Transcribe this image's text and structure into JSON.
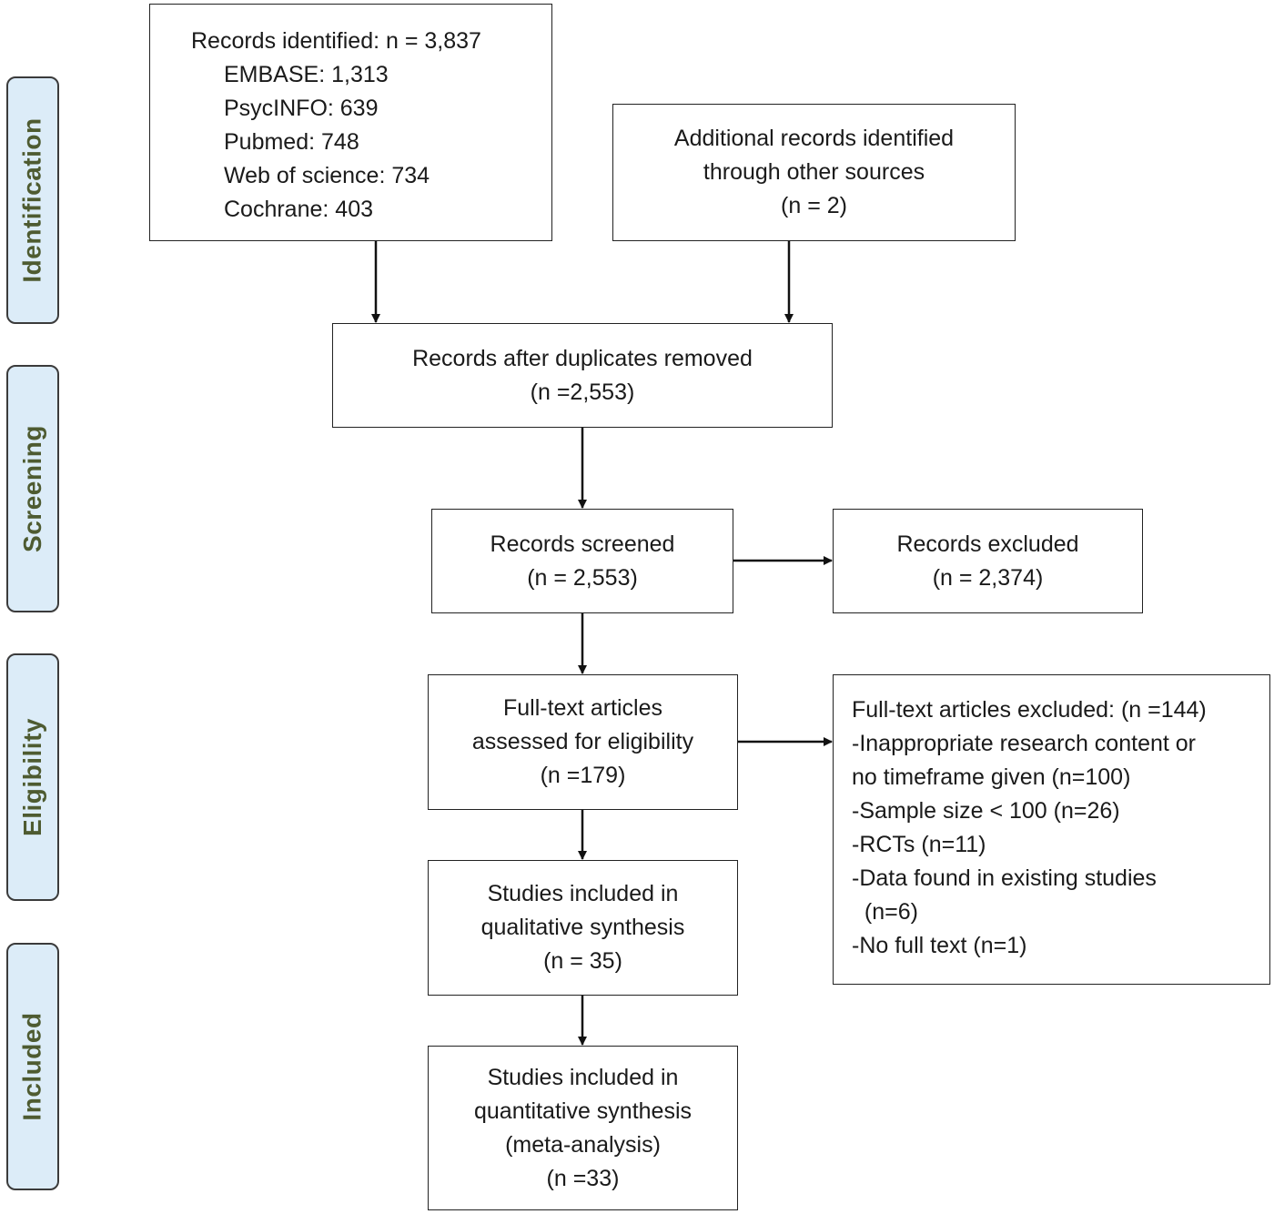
{
  "phases": [
    "Identification",
    "Screening",
    "Eligibility",
    "Included"
  ],
  "boxes": {
    "identified": {
      "title": "Records identified: n = 3,837",
      "sources": [
        "EMBASE:  1,313",
        "PsycINFO:  639",
        "Pubmed:  748",
        "Web of science: 734",
        "Cochrane:  403"
      ]
    },
    "additional": [
      "Additional records identified",
      "through other sources",
      "(n = 2)"
    ],
    "deduplicated": [
      "Records after duplicates removed",
      "(n =2,553)"
    ],
    "screened": [
      "Records screened",
      "(n = 2,553)"
    ],
    "excluded": [
      "Records excluded",
      "(n = 2,374)"
    ],
    "fulltext": [
      "Full-text articles",
      "assessed for eligibility",
      "(n =179)"
    ],
    "fulltext_excluded": [
      "Full-text articles excluded: (n =144)",
      "-Inappropriate research content or",
      "no timeframe given (n=100)",
      "-Sample size < 100 (n=26)",
      "-RCTs (n=11)",
      "-Data found in existing studies",
      "  (n=6)",
      "-No full text (n=1)"
    ],
    "qualitative": [
      "Studies included in",
      "qualitative synthesis",
      "(n = 35)"
    ],
    "quantitative": [
      "Studies included in",
      "quantitative synthesis",
      "(meta-analysis)",
      "(n =33)"
    ]
  },
  "colors": {
    "phase_fill": "#dcecf8",
    "phase_text": "#4e5b31",
    "border": "#222222"
  }
}
